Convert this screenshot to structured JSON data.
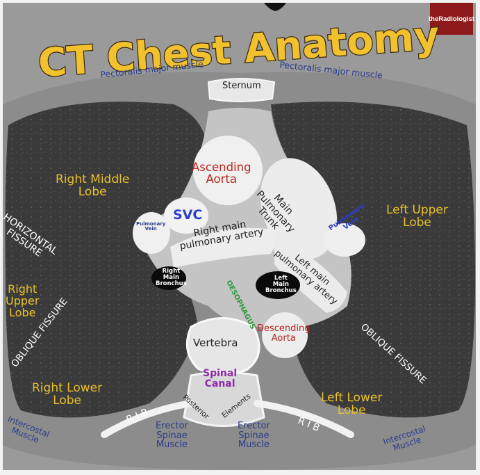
{
  "title": "CT Chest Anatomy",
  "watermark": "theRadiologist",
  "colors": {
    "title": "#f2c12e",
    "title_outline": "#3a2a10",
    "navy": "#2b3a8c",
    "gold": "#e8c02a",
    "red": "#b8261e",
    "purple": "#8e2aa8",
    "green": "#2e9a3c",
    "blue": "#2c3fc9"
  },
  "labels": {
    "pectoralis_left": "Pectoralis major muscle",
    "pectoralis_right": "Pectoralis major muscle",
    "sternum": "Sternum",
    "ascending_aorta": "Ascending\nAorta",
    "main_pulmonary_trunk": "Main\nPulmonary\nTrunk",
    "right_middle_lobe": "Right Middle\nLobe",
    "left_upper_lobe": "Left Upper\nLobe",
    "horizontal_fissure": "HORIZONTAL\nFISSURE",
    "pulmonary_vein_right": "Pulmonary\nVein",
    "svc": "SVC",
    "right_main_pulmonary_artery": "Right main\npulmonary artery",
    "left_main_pulmonary_artery": "Left main\npulmonary artery",
    "pulmonary_vein_left": "Pulmonary\nVein",
    "right_main_bronchus": "Right\nMain\nBronchus",
    "left_main_bronchus": "Left\nMain\nBronchus",
    "oesophagus": "OESOPHAGUS",
    "right_upper_lobe": "Right\nUpper\nLobe",
    "oblique_fissure_right": "OBLIQUE FISSURE",
    "oblique_fissure_left": "OBLIQUE FISSURE",
    "descending_aorta": "Descending\nAorta",
    "vertebra": "Vertebra",
    "spinal_canal": "Spinal\nCanal",
    "posterior_elements_1": "Posterior",
    "posterior_elements_2": "Elements",
    "right_lower_lobe": "Right Lower\nLobe",
    "left_lower_lobe": "Left Lower\nLobe",
    "rib_left": "R I B",
    "rib_right": "R I B",
    "erector_spinae_left": "Erector\nSpinae\nMuscle",
    "erector_spinae_right": "Erector\nSpinae\nMuscle",
    "intercostal_left": "Intercostal\nMuscle",
    "intercostal_right": "Intercostal\nMuscle"
  }
}
